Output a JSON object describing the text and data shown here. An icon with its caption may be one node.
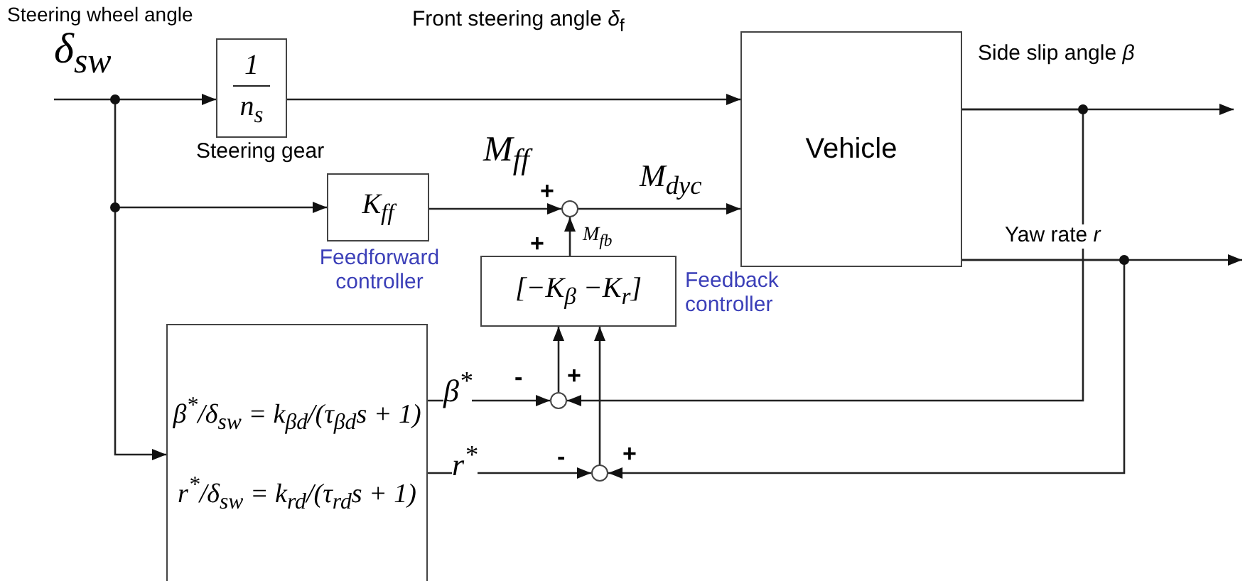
{
  "diagram": {
    "nodes": [
      {
        "text": [
          "1",
          "n$_{s}$"
        ],
        "beside": [
          "Steering gear"
        ]
      },
      {
        "text": [
          "K$_{ff}$"
        ],
        "beside": [
          "Feedforward controller"
        ]
      },
      {
        "text": [],
        "shape": "circle"
      },
      {
        "text": [
          "Vehicle"
        ]
      },
      {
        "text": [
          "[−K$_{β}$   −K$_{r}$]"
        ],
        "beside": [
          "Feedback controller"
        ]
      },
      {
        "text": [
          "β$^{*}$/δ$_{sw}$ = k$_{βd}$/(τ$_{βd}$s + 1)",
          "r$^{*}$/δ$_{sw}$ = k$_{rd}$/(τ$_{rd}$s + 1)"
        ]
      },
      {
        "text": [],
        "shape": "circle"
      },
      {
        "text": [],
        "shape": "circle"
      }
    ],
    "edges": [
      {
        "from": null,
        "to": 0,
        "arrow": "to"
      },
      {
        "from": null,
        "to": 1,
        "arrow": "to"
      },
      {
        "from": null,
        "to": 5,
        "arrow": "to"
      },
      {
        "from": 0,
        "to": 3,
        "arrow": "to",
        "label": "Front steering angle *δ*$_{f}$"
      },
      {
        "from": 1,
        "to": 2,
        "arrow": "to",
        "label": "M$_{ff}$"
      },
      {
        "from": 2,
        "to": 3,
        "arrow": "to",
        "label": "M$_{dyc}$"
      },
      {
        "from": 4,
        "to": 2,
        "arrow": "to",
        "label": "M$_{fb}$"
      },
      {
        "from": 5,
        "to": 6,
        "arrow": "to",
        "label": "β$^{*}$"
      },
      {
        "from": 5,
        "to": 7,
        "arrow": "to",
        "label": "r$^{*}$"
      },
      {
        "from": 3,
        "to": null,
        "arrow": "to",
        "label": "Side slip angle *β*"
      },
      {
        "from": 3,
        "to": 6,
        "arrow": "to"
      },
      {
        "from": 3,
        "to": null,
        "arrow": "to",
        "label": "Yaw rate  *r*"
      },
      {
        "from": 3,
        "to": 7,
        "arrow": "to"
      },
      {
        "from": 6,
        "to": 4,
        "arrow": "to"
      },
      {
        "from": 7,
        "to": 4,
        "arrow": "to"
      }
    ],
    "labels": [
      "Steering wheel angle",
      "δ$_{sw}$",
      "+",
      "+",
      "-",
      "+",
      "-",
      "+"
    ]
  }
}
